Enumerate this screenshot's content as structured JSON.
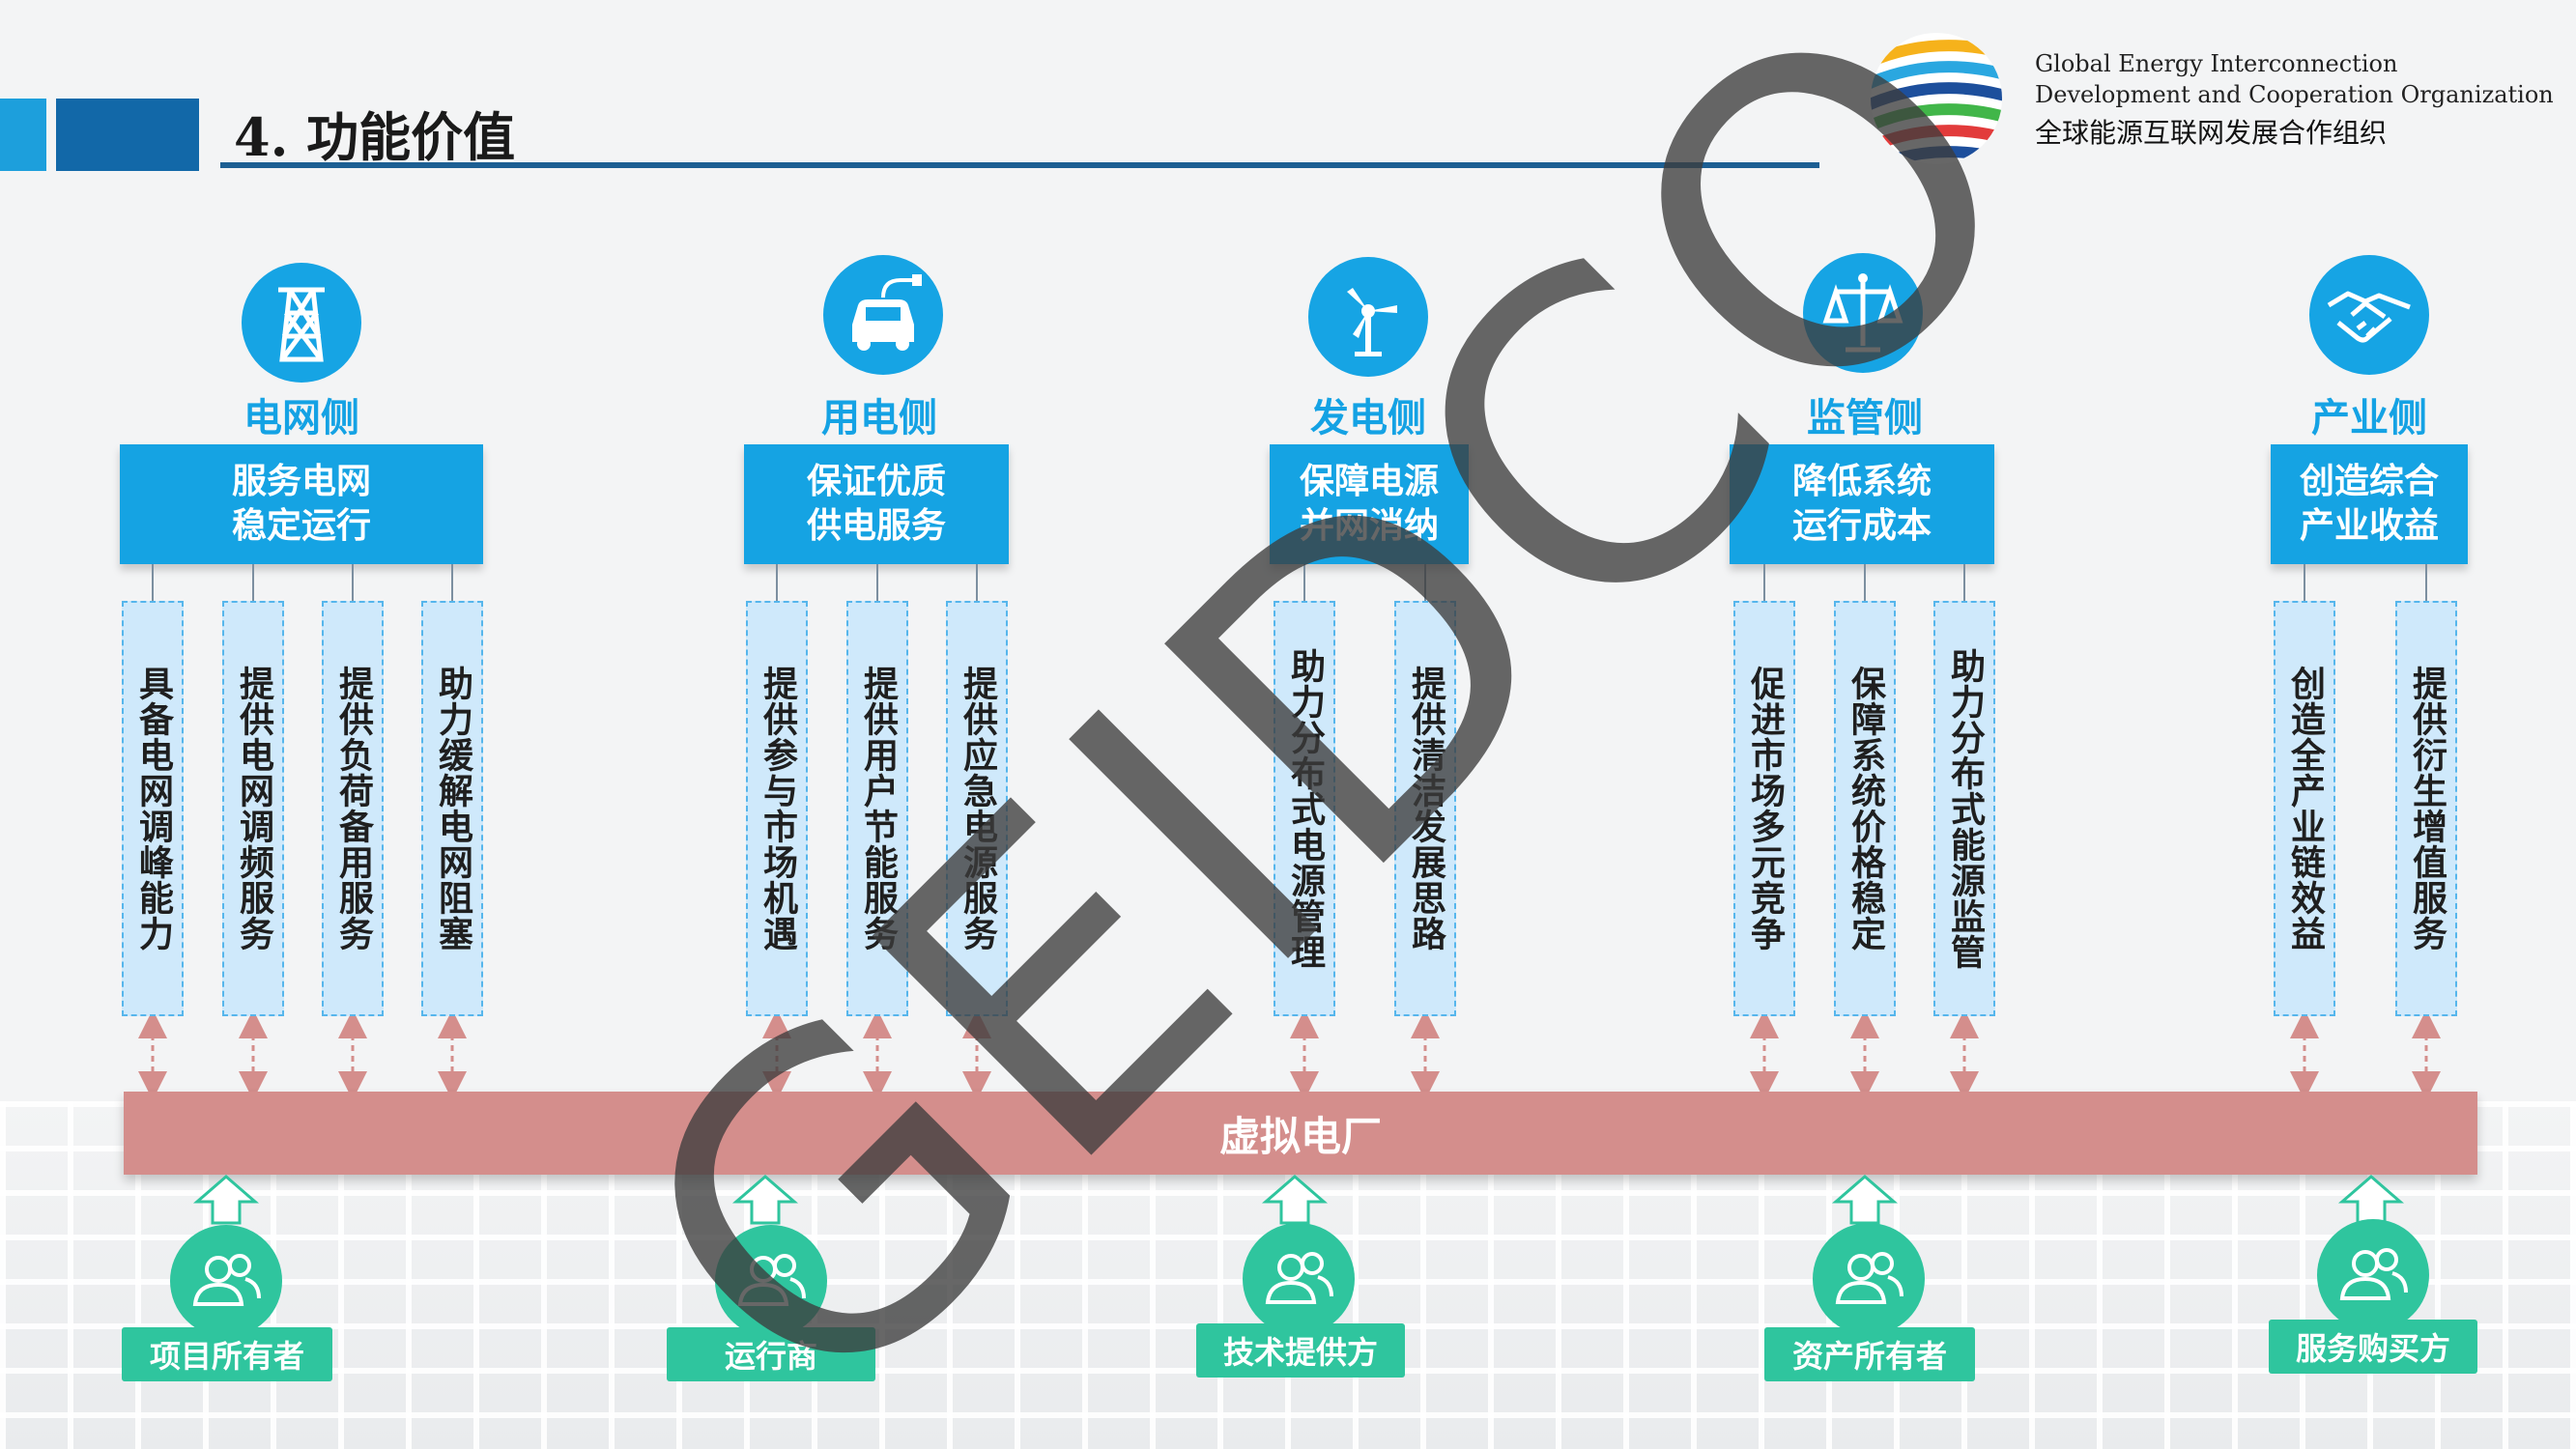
{
  "header": {
    "title": "4. 功能价值",
    "org_en_line1": "Global Energy Interconnection",
    "org_en_line2": "Development and Cooperation Organization",
    "org_cn": "全球能源互联网发展合作组织"
  },
  "categories": [
    {
      "name": "电网侧",
      "icon": "transmission-tower-icon",
      "main": "服务电网\n稳定运行",
      "items": [
        "具备电网调峰能力",
        "提供电网调频服务",
        "提供负荷备用服务",
        "助力缓解电网阻塞"
      ]
    },
    {
      "name": "用电侧",
      "icon": "electric-car-icon",
      "main": "保证优质\n供电服务",
      "items": [
        "提供参与市场机遇",
        "提供用户节能服务",
        "提供应急电源服务"
      ]
    },
    {
      "name": "发电侧",
      "icon": "wind-turbine-icon",
      "main": "保障电源\n并网消纳",
      "items": [
        "助力分布式电源管理",
        "提供清洁发展思路"
      ]
    },
    {
      "name": "监管侧",
      "icon": "scales-icon",
      "main": "降低系统\n运行成本",
      "items": [
        "促进市场多元竞争",
        "保障系统价格稳定",
        "助力分布式能源监管"
      ]
    },
    {
      "name": "产业侧",
      "icon": "handshake-icon",
      "main": "创造综合\n产业收益",
      "items": [
        "创造全产业链效益",
        "提供衍生增值服务"
      ]
    }
  ],
  "center": {
    "label": "虚拟电厂"
  },
  "roles": [
    "项目所有者",
    "运行商",
    "技术提供方",
    "资产所有者",
    "服务购买方"
  ],
  "watermark": "GEIDCO",
  "colors": {
    "blue": "#15a3e3",
    "band": "#d48e8c",
    "green": "#2fc59e",
    "dark_blue": "#1d5f93"
  }
}
